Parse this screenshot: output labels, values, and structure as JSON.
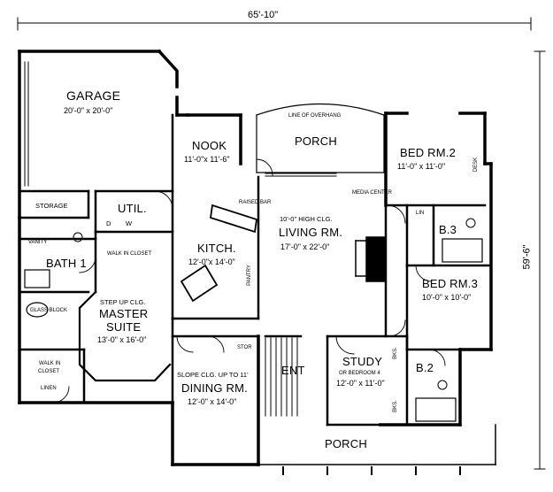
{
  "dimensions": {
    "width_label": "65'-10\"",
    "depth_label": "59'-6\""
  },
  "rooms": {
    "garage": {
      "name": "GARAGE",
      "size": "20'-0\" x 20'-0\""
    },
    "nook": {
      "name": "NOOK",
      "size": "11'-0\"x 11'-6\""
    },
    "porch_rear": {
      "name": "PORCH",
      "note": "LINE OF OVERHANG"
    },
    "bed2": {
      "name": "BED RM.2",
      "size": "11'-0\" x 11'-0\"",
      "desk": "DESK"
    },
    "storage": {
      "name": "STORAGE"
    },
    "util": {
      "name": "UTIL.",
      "d": "D",
      "w": "W"
    },
    "living": {
      "ceiling": "10'-0\" HIGH CLG.",
      "name": "LIVING RM.",
      "size": "17'-0\" x 22'-0\"",
      "media": "MEDIA CENTER",
      "raised_bar": "RAISED BAR"
    },
    "bath1": {
      "name": "BATH 1",
      "vanity": "VANITY",
      "walkin": "WALK IN CLOSET",
      "glass": "GLASS BLOCK"
    },
    "kitchen": {
      "name": "KITCH.",
      "size": "12'-0\"x 14'-0\"",
      "pantry": "PANTRY"
    },
    "b3": {
      "name": "B.3",
      "lin": "LIN"
    },
    "bed3": {
      "name": "BED RM.3",
      "size": "10'-0\" x 10'-0\""
    },
    "master": {
      "ceiling": "STEP UP CLG.",
      "name": "MASTER",
      "name2": "SUITE",
      "size": "13'-0\" x 16'-0\"",
      "walkin": "WALK IN",
      "walkin2": "CLOSET",
      "linen": "LINEN"
    },
    "dining": {
      "ceiling": "SLOPE CLG. UP TO 11'",
      "name": "DINING RM.",
      "size": "12'-0\" x 14'-0\""
    },
    "entry": {
      "name": "ENT",
      "stor": "STOR"
    },
    "study": {
      "name": "STUDY",
      "alt": "OR BEDROOM 4",
      "size": "12'-0\" x 11'-0\"",
      "bks1": "BKS.",
      "bks2": "BKS."
    },
    "b2": {
      "name": "B.2"
    },
    "porch_front": {
      "name": "PORCH"
    }
  }
}
